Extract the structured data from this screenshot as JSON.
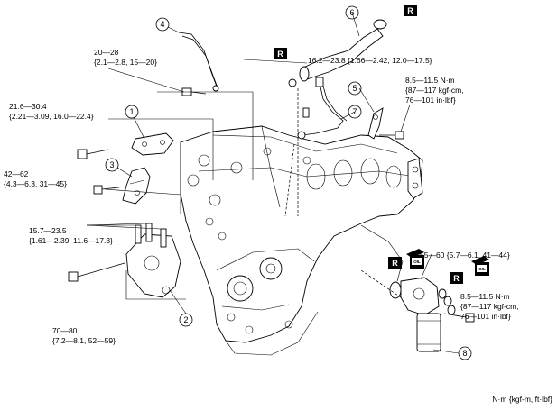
{
  "callouts": [
    "1",
    "2",
    "3",
    "4",
    "5",
    "6",
    "7",
    "8"
  ],
  "replace_mark": "R",
  "oil_mark": "OIL",
  "torques": {
    "t1": {
      "line1": "20—28",
      "line2": "{2.1—2.8, 15—20}"
    },
    "t2": {
      "line1": "21.6—30.4",
      "line2": "{2.21—3.09, 16.0—22.4}"
    },
    "t3": {
      "line1": "42—62",
      "line2": "{4.3—6.3, 31—45}"
    },
    "t4": {
      "line1": "15.7—23.5",
      "line2": "{1.61—2.39, 11.6—17.3}"
    },
    "t5": {
      "line1": "70—80",
      "line2": "{7.2—8.1, 52—59}"
    },
    "t6": {
      "line1": "16.2—23.8 {1.66—2.42, 12.0—17.5}"
    },
    "t7": {
      "line1": "8.5—11.5 N·m",
      "line2": "{87—117 kgf-cm,",
      "line3": "76—101 in·lbf}"
    },
    "t8": {
      "line1": "55—60 {5.7—6.1, 41—44}"
    },
    "t9": {
      "line1": "8.5—11.5 N·m",
      "line2": "{87—117 kgf-cm,",
      "line3": "76—101 in·lbf}"
    }
  },
  "units_note": "N·m {kgf-m, ft·lbf}"
}
